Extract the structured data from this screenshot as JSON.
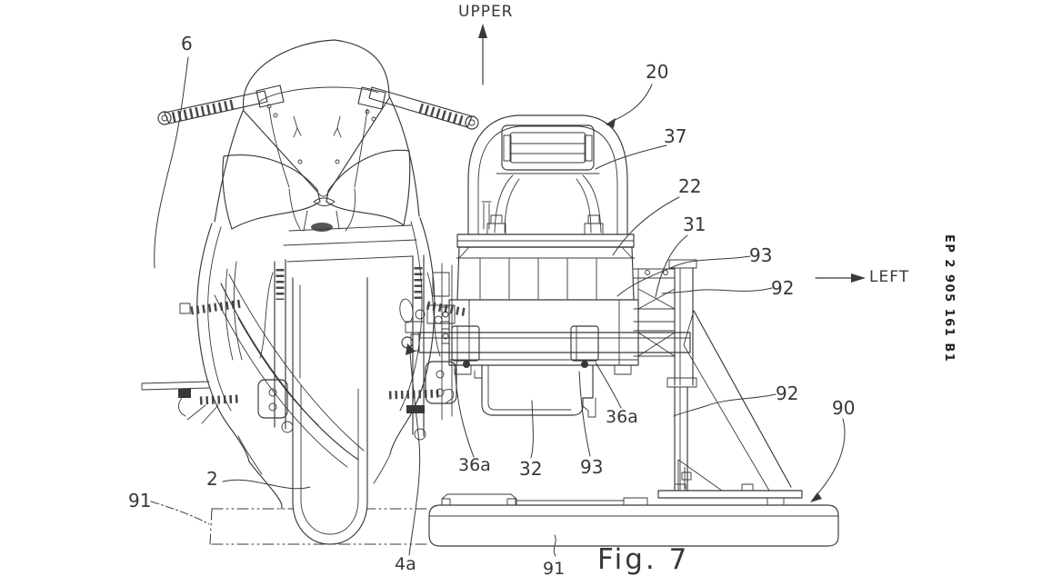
{
  "page": {
    "background": "#ffffff",
    "line_color": "#383838",
    "description": "Patent line drawing, front view of motorcycle beside engine test stand"
  },
  "orientation": {
    "upper": "UPPER",
    "left": "LEFT"
  },
  "patent_number": "EP 2 905 161 B1",
  "figure_caption": "Fig. 7",
  "labels": {
    "l6": "6",
    "l20": "20",
    "l37": "37",
    "l22": "22",
    "l31": "31",
    "l93a": "93",
    "l92a": "92",
    "l92b": "92",
    "l90": "90",
    "l36a_right": "36a",
    "l36a_left": "36a",
    "l32": "32",
    "l93b": "93",
    "l2": "2",
    "l91a": "91",
    "l4a": "4a",
    "l91b": "91"
  }
}
